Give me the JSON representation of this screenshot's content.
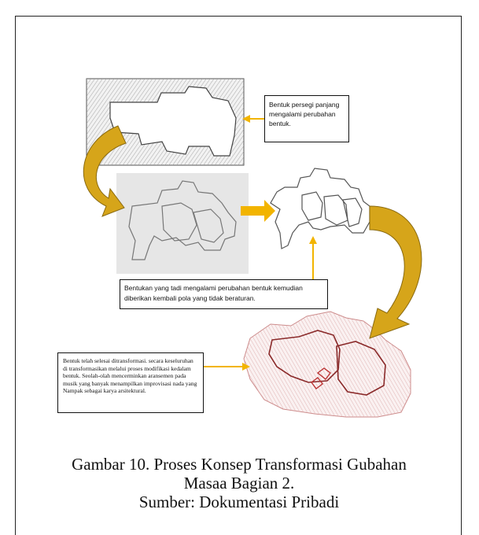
{
  "notes": {
    "top": "Bentuk persegi panjang mengalami perubahan bentuk.",
    "middle": "Bentukan yang tadi mengalami perubahan bentuk kemudian diberikan kembali pola yang tidak beraturan.",
    "bottom": "Bentuk telah selesai ditransformasi. secara keseluruhan di transformasikan melalui proses modifikasi kedalam bentuk. Seolah-olah mencerminkan aransemen pada musik yang banyak menampilkan improvisasi nada yang Nampak sebagai karya arsitektural."
  },
  "caption": {
    "line1": "Gambar 10. Proses Konsep Transformasi Gubahan",
    "line2": "Masaa Bagian 2.",
    "line3": "Sumber: Dokumentasi Pribadi"
  },
  "colors": {
    "arrow_gold": "#d6a51a",
    "arrow_dark": "#8a6a10",
    "pointer": "#f2b400",
    "panel_grey": "#e6e6e6",
    "sketch_red": "#c65a5a"
  }
}
